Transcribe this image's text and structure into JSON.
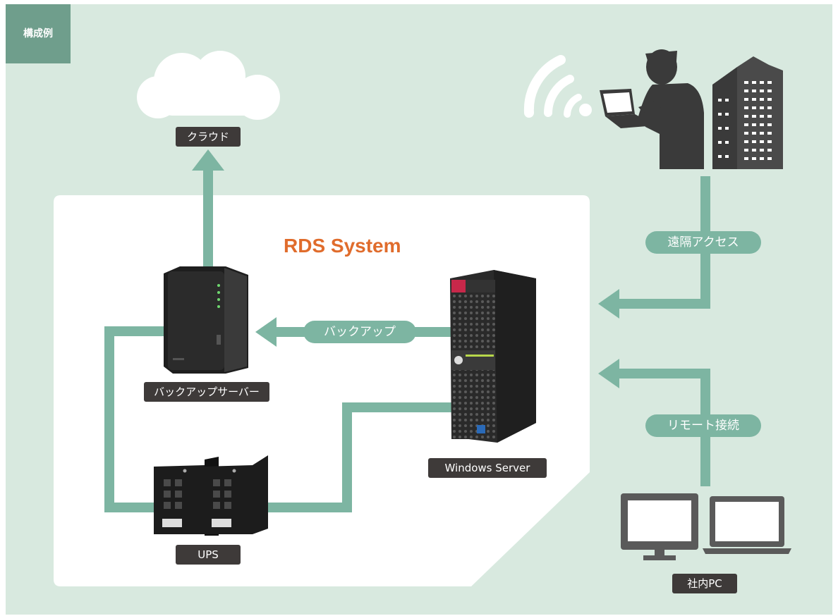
{
  "corner_tag": "構成例",
  "title": "RDS System",
  "labels": {
    "cloud": "クラウド",
    "backup_server": "バックアップサーバー",
    "ups": "UPS",
    "windows_server": "Windows Server",
    "internal_pc": "社内PC"
  },
  "connections": {
    "backup": "バックアップ",
    "remote_access": "遠隔アクセス",
    "remote_connection": "リモート接続"
  },
  "colors": {
    "background": "#d8e9df",
    "panel": "#ffffff",
    "connector": "#7db5a2",
    "title": "#e06c2c",
    "label_box": "#3e3a39",
    "corner_tag": "#6f9e8c",
    "icon_dark": "#3a3a3a"
  }
}
